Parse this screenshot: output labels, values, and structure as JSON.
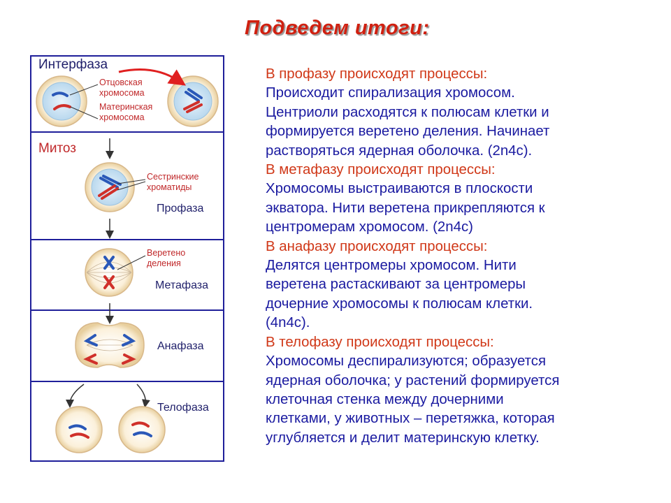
{
  "title": "Подведем итоги:",
  "diagram": {
    "interphase": "Интерфаза",
    "paternal": "Отцовская\nхромосома",
    "maternal": "Материнская\nхромосома",
    "mitosis": "Митоз",
    "sister": "Сестринские\nхроматиды",
    "prophase": "Профаза",
    "spindle": "Веретено\nделения",
    "metaphase": "Метафаза",
    "anaphase": "Анафаза",
    "telophase": "Телофаза"
  },
  "colors": {
    "heading": "#d03818",
    "body": "#1a1aa0",
    "frame": "#1f1f9a"
  },
  "lines": [
    {
      "text": "В профазу происходят процессы:",
      "kind": "hd"
    },
    {
      "text": "Происходит спирализация хромосом.",
      "kind": "b"
    },
    {
      "text": "Центриоли расходятся к полюсам клетки и",
      "kind": "b"
    },
    {
      "text": "формируется веретено деления. Начинает",
      "kind": "b"
    },
    {
      "text": "растворяться ядерная оболочка. (2n4c).",
      "kind": "b"
    },
    {
      "text": "В метафазу происходят процессы:",
      "kind": "hd"
    },
    {
      "text": "Хромосомы выстраиваются в плоскости",
      "kind": "b"
    },
    {
      "text": "экватора. Нити веретена прикрепляются к",
      "kind": "b"
    },
    {
      "text": "центромерам хромосом. (2n4c)",
      "kind": "b"
    },
    {
      "text": "В анафазу происходят процессы:",
      "kind": "hd"
    },
    {
      "text": "Делятся центромеры хромосом. Нити",
      "kind": "b"
    },
    {
      "text": "веретена растаскивают за центромеры",
      "kind": "b"
    },
    {
      "text": "дочерние хромосомы к полюсам клетки.",
      "kind": "b"
    },
    {
      "text": "(4n4c).",
      "kind": "b"
    },
    {
      "text": "В телофазу происходят процессы:",
      "kind": "hd"
    },
    {
      "text": "Хромосомы деспирализуются; образуется",
      "kind": "b"
    },
    {
      "text": "ядерная оболочка; у растений формируется",
      "kind": "b"
    },
    {
      "text": "клеточная стенка между дочерними",
      "kind": "b"
    },
    {
      "text": "клетками, у животных – перетяжка, которая",
      "kind": "b"
    },
    {
      "text": "углубляется и делит материнскую клетку.",
      "kind": "b"
    }
  ]
}
